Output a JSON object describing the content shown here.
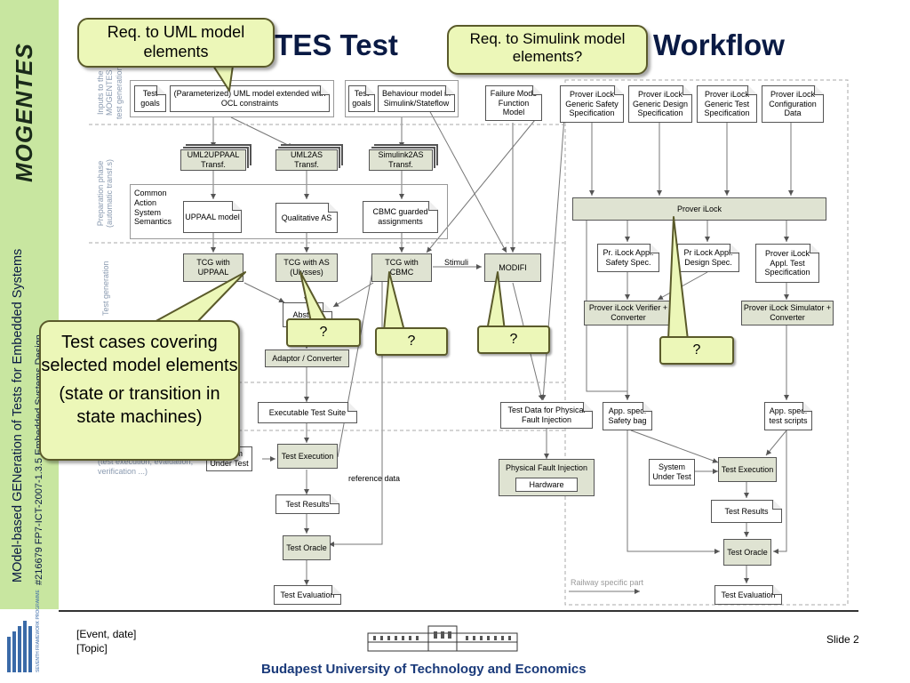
{
  "sidebar": {
    "logo": "MOGENTES",
    "line1": "MOdel-based GENeration of Tests for Embedded Systems",
    "line2": "#216679 FP7-ICT-2007-1.3.5 Embedded Systems Design"
  },
  "title": {
    "part1": "ITES Test",
    "part2": "Workflow"
  },
  "phases": {
    "inputs": "Inputs to the\nMOGENTES\ntest generation",
    "prep": "Preparation phase\n(automatic transf.s)",
    "testgen": "Test generation",
    "exec": "(test execution, evaluation,\nverification ...)"
  },
  "inputs": {
    "test_goals_1": "Test goals",
    "uml_model": "(Parameterized) UML model extended with OCL constraints",
    "test_goals_2": "Test goals",
    "behaviour_model": "Behaviour model in Simulink/Stateflow",
    "failure_mode": "Failure Mode Function Model",
    "prover_safety": "Prover iLock Generic Safety Specification",
    "prover_design": "Prover iLock Generic Design Specification",
    "prover_test": "Prover iLock Generic Test Specification",
    "prover_config": "Prover iLock Configuration Data"
  },
  "prep": {
    "uml2uppaal": "UML2UPPAAL Transf.",
    "uml2as": "UML2AS Transf.",
    "simulink2as": "Simulink2AS Transf.",
    "common_sem": "Common Action System Semantics",
    "uppaal_model": "UPPAAL model",
    "qualitative_as": "Qualitative AS",
    "cbmc_assign": "CBMC guarded assignments",
    "prover_ilock": "Prover iLock"
  },
  "testgen": {
    "tcg_uppaal": "TCG with UPPAAL",
    "tcg_as": "TCG with AS (Ulysses)",
    "tcg_cbmc": "TCG with CBMC",
    "stimuli": "Stimuli",
    "modifi": "MODIFI",
    "abstract": "Abstract",
    "adaptor": "Adaptor / Converter",
    "pr_safety": "Pr. iLock Appl. Safety Spec.",
    "pr_design": "Pr iLock Appl. Design Spec.",
    "pr_test": "Prover iLock Appl. Test Specification",
    "verifier": "Prover iLock Verifier + Converter",
    "simulator": "Prover iLock Simulator + Converter"
  },
  "exec": {
    "exec_suite": "Executable Test Suite",
    "sys_under_test_1": "System Under Test",
    "test_exec_1": "Test Execution",
    "reference_data": "reference data",
    "test_results_1": "Test Results",
    "test_oracle_1": "Test Oracle",
    "test_eval_1": "Test Evaluation",
    "test_data_fault": "Test Data for Physical Fault Injection",
    "phys_fault": "Physical Fault Injection",
    "hardware": "Hardware",
    "app_safety_bag": "App. spec. Safety bag",
    "app_test_scripts": "App. spec. test scripts",
    "sys_under_test_2": "System Under Test",
    "test_exec_2": "Test Execution",
    "test_results_2": "Test Results",
    "test_oracle_2": "Test Oracle",
    "test_eval_2": "Test Evaluation",
    "railway": "Railway specific part"
  },
  "callouts": {
    "uml_req": "Req. to UML model elements",
    "simulink_req": "Req. to Simulink model elements?",
    "test_cases_1": "Test cases covering selected model elements",
    "test_cases_2": "(state or transition in state machines)",
    "q": "?"
  },
  "footer": {
    "event": "[Event, date]",
    "topic": "[Topic]",
    "slide": "Slide 2",
    "university": "Budapest University of Technology and Economics",
    "fp7": "SEVENTH FRAMEWORK PROGRAMME"
  },
  "colors": {
    "sidebar": "#c8e6a0",
    "title": "#0a1a44",
    "callout": "#ecf7b8",
    "green_box": "#dfe3d2",
    "university": "#1a3a7a"
  }
}
